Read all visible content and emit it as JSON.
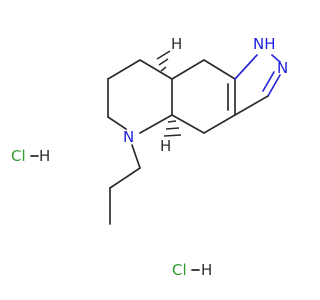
{
  "structure": {
    "atoms": {
      "n_ring": "N",
      "nh_pyrazole": "NH",
      "n_pyrazole": "N",
      "h_stereo_top": "H",
      "h_stereo_bottom": "H"
    },
    "salts": [
      {
        "cl": "Cl",
        "h": "H"
      },
      {
        "cl": "Cl",
        "h": "H"
      }
    ]
  },
  "colors": {
    "bond": "#2b2b2b",
    "nitrogen": "#2020e0",
    "chlorine": "#2f9b2f",
    "hydrogen": "#2f2f2f",
    "background": "#ffffff"
  }
}
